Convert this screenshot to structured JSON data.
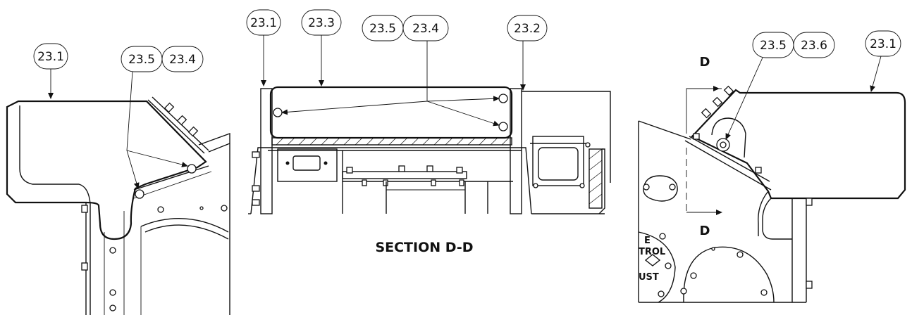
{
  "section_title": "SECTION D-D",
  "view_marks": {
    "top": "D",
    "bottom": "D"
  },
  "callouts": {
    "left_a": "23.1",
    "left_b": "23.5",
    "left_c": "23.4",
    "mid_a": "23.1",
    "mid_b": "23.3",
    "mid_c": "23.5",
    "mid_d": "23.4",
    "mid_e": "23.2",
    "right_a": "23.5",
    "right_b": "23.6",
    "right_c": "23.1"
  },
  "panel_labels": {
    "a": "E",
    "b": "TROL",
    "c": "UST"
  }
}
